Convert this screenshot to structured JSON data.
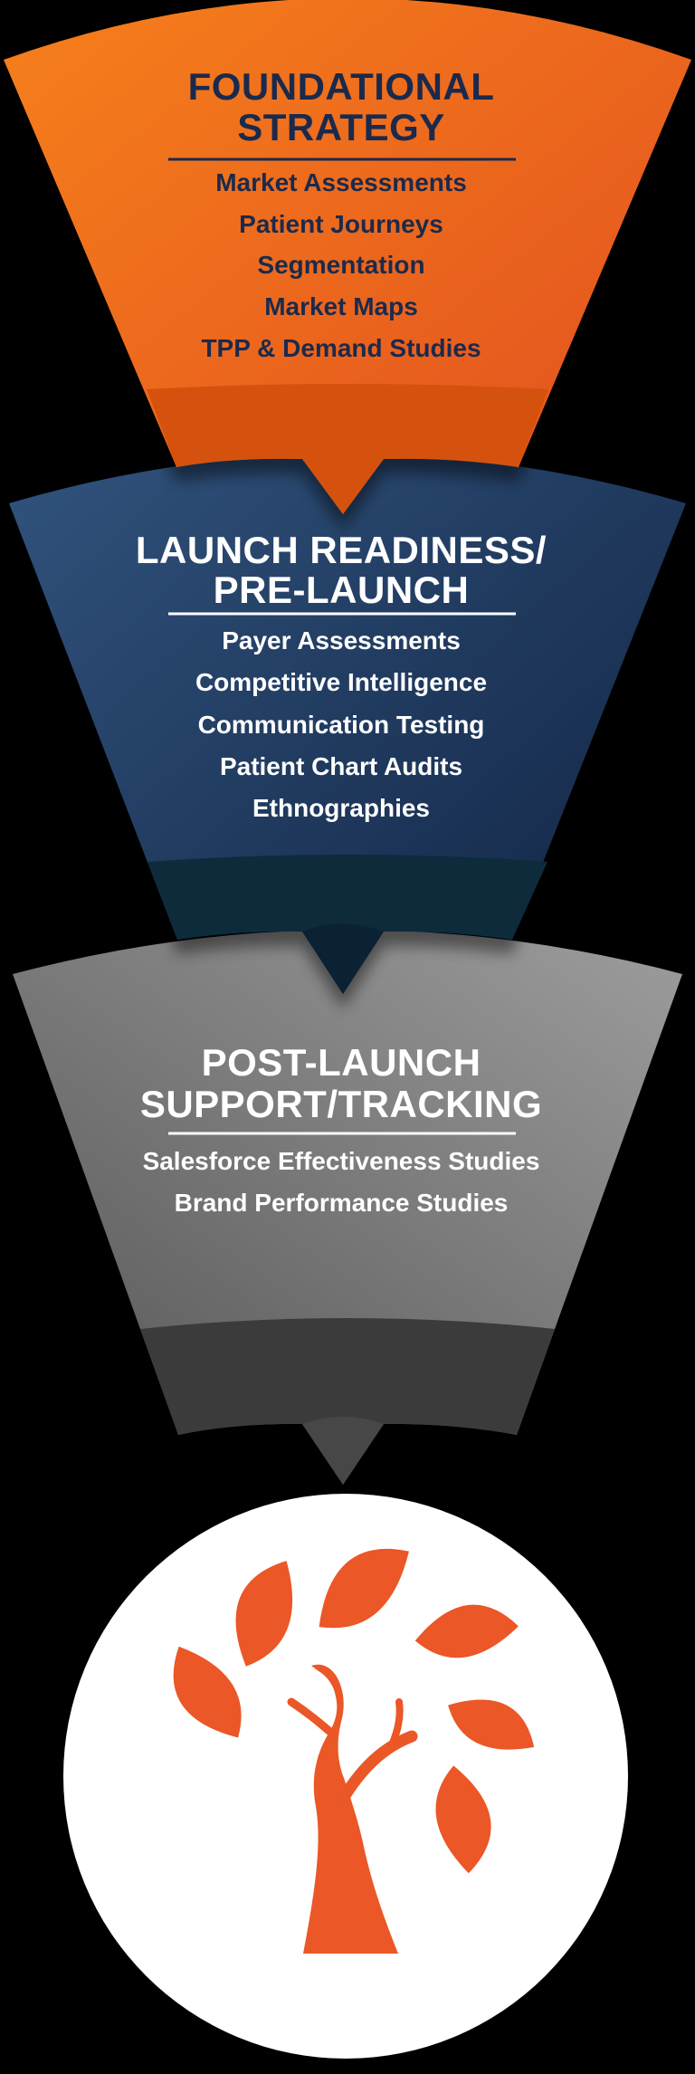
{
  "background_color": "#000000",
  "funnel": {
    "stages": [
      {
        "name": "Foundational Strategy",
        "title_line1": "FOUNDATIONAL",
        "title_line2": "STRATEGY",
        "items": [
          "Market Assessments",
          "Patient Journeys",
          "Segmentation",
          "Market Maps",
          "TPP & Demand Studies"
        ],
        "colors": {
          "grad_from": "#F6801C",
          "grad_to": "#E4551E",
          "band": "#D4520E",
          "tongue": "#D4520E",
          "text": "#1B2A4C"
        }
      },
      {
        "name": "Launch Readiness / Pre-Launch",
        "title_line1": "LAUNCH READINESS/",
        "title_line2": "PRE-LAUNCH",
        "items": [
          "Payer Assessments",
          "Competitive Intelligence",
          "Communication Testing",
          "Patient Chart Audits",
          "Ethnographies"
        ],
        "colors": {
          "grad_from": "#31537D",
          "grad_to": "#152A4B",
          "band": "#0D2B3B",
          "tongue": "#0B2134",
          "text": "#FFFFFF"
        }
      },
      {
        "name": "Post-Launch Support/Tracking",
        "title_line1": "POST-LAUNCH",
        "title_line2": "SUPPORT/TRACKING",
        "items": [
          "Salesforce Effectiveness Studies",
          "Brand Performance Studies"
        ],
        "colors": {
          "grad_from": "#535353",
          "grad_to": "#989898",
          "band": "#3B3B3B",
          "tongue": "#474747",
          "text": "#FFFFFF"
        }
      }
    ],
    "logo": {
      "circle_color": "#FFFFFF",
      "tree_color": "#EB5727"
    }
  }
}
